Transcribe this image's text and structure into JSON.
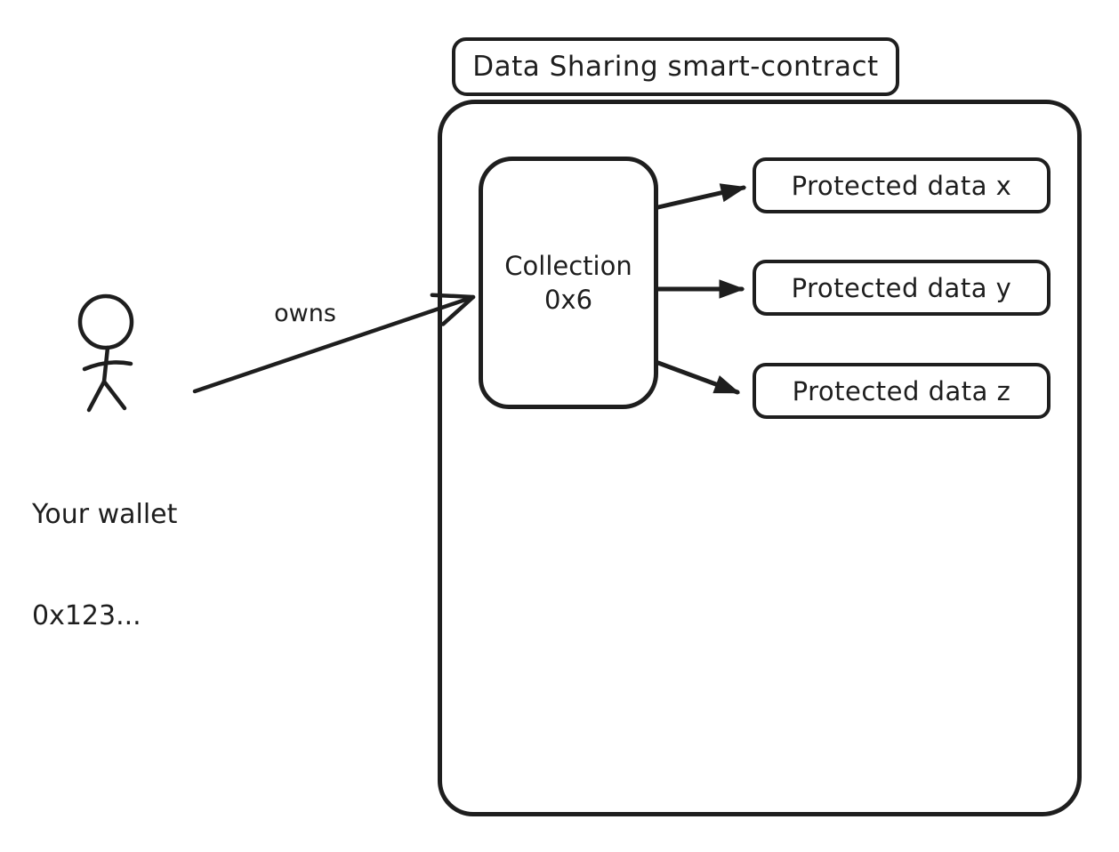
{
  "diagram": {
    "background_color": "#ffffff",
    "stroke_color": "#1e1e1e",
    "title_box": {
      "label": "Data Sharing smart-contract"
    },
    "container": {
      "name": "smart-contract-container"
    },
    "collection_box": {
      "label_line1": "Collection",
      "label_line2": "0x6"
    },
    "protected_data": [
      {
        "label": "Protected data x"
      },
      {
        "label": "Protected data y"
      },
      {
        "label": "Protected data z"
      }
    ],
    "actor": {
      "icon": "stick-figure-icon",
      "label_line1": "Your wallet",
      "label_line2": "0x123..."
    },
    "owns_arrow": {
      "label": "owns"
    }
  }
}
